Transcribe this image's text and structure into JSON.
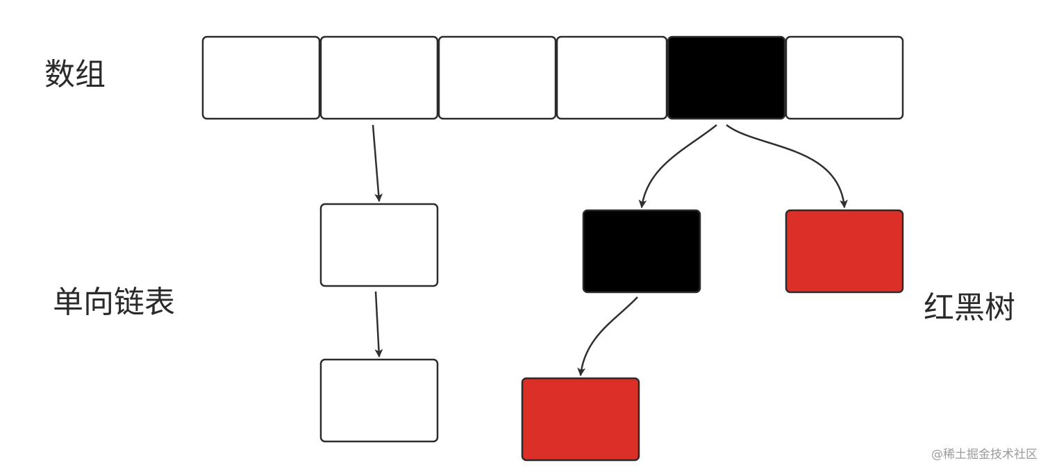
{
  "labels": {
    "array": "数组",
    "linked_list": "单向链表",
    "red_black_tree": "红黑树"
  },
  "watermark": "@稀土掘金技术社区",
  "colors": {
    "white": "#ffffff",
    "black": "#000000",
    "red": "#dc2f27",
    "stroke": "#2b2b2b"
  },
  "array": {
    "slots": [
      {
        "fill": "white"
      },
      {
        "fill": "white"
      },
      {
        "fill": "white"
      },
      {
        "fill": "white"
      },
      {
        "fill": "black"
      },
      {
        "fill": "white"
      }
    ]
  },
  "linked_list": {
    "nodes": [
      {
        "fill": "white"
      },
      {
        "fill": "white"
      }
    ]
  },
  "red_black_tree": {
    "nodes": [
      {
        "fill": "black"
      },
      {
        "fill": "red"
      },
      {
        "fill": "red"
      }
    ]
  }
}
